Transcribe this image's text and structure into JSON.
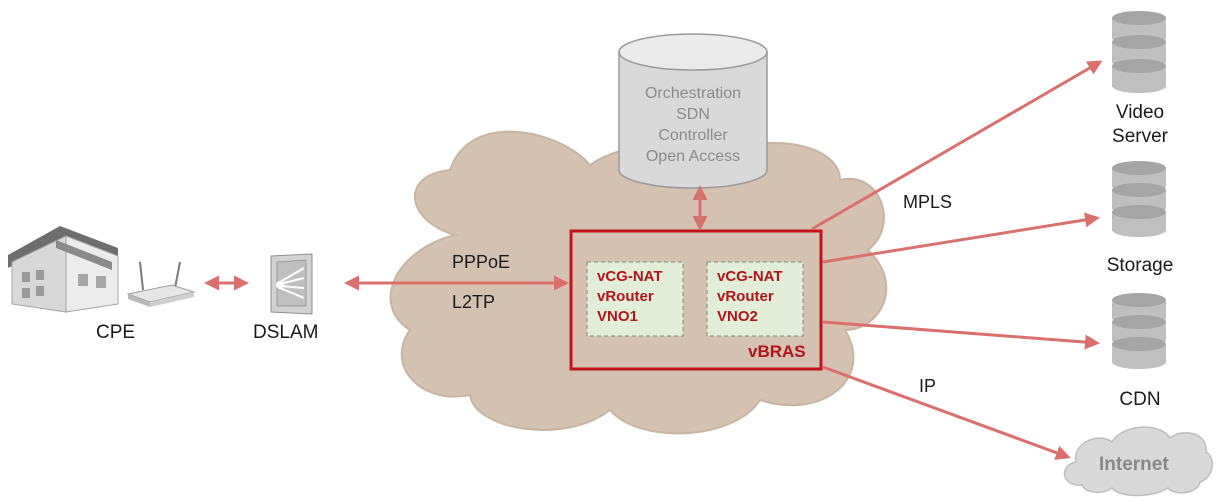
{
  "colors": {
    "arrow": "#d9706e",
    "cloud_fill": "#d4c1b0",
    "cloud_stroke": "#c9b4a2",
    "vbras_border": "#c0141b",
    "vno_fill": "#e2eed8",
    "accent_text": "#b0151c",
    "db_fill": "#bfbfbf",
    "orch_fill": "#d9d9d9"
  },
  "nodes": {
    "cpe": {
      "label": "CPE",
      "icons": [
        "house-icon",
        "router-icon"
      ]
    },
    "dslam": {
      "label": "DSLAM",
      "icons": [
        "dslam-icon"
      ]
    },
    "orchestration": {
      "lines": [
        "Orchestration",
        "SDN",
        "Controller",
        "Open Access"
      ],
      "icon": "database-cylinder-icon"
    },
    "vbras": {
      "label": "vBRAS",
      "vnos": [
        {
          "lines": [
            "vCG-NAT",
            "vRouter",
            "VNO1"
          ]
        },
        {
          "lines": [
            "vCG-NAT",
            "vRouter",
            "VNO2"
          ]
        }
      ]
    },
    "video_server": {
      "lines": [
        "Video",
        "Server"
      ],
      "icon": "database-stack-icon"
    },
    "storage": {
      "label": "Storage",
      "icon": "database-stack-icon"
    },
    "cdn": {
      "label": "CDN",
      "icon": "database-stack-icon"
    },
    "internet": {
      "label": "Internet",
      "icon": "cloud-icon"
    }
  },
  "edges": {
    "pppoe": "PPPoE",
    "l2tp": "L2TP",
    "mpls": "MPLS",
    "ip": "IP"
  }
}
